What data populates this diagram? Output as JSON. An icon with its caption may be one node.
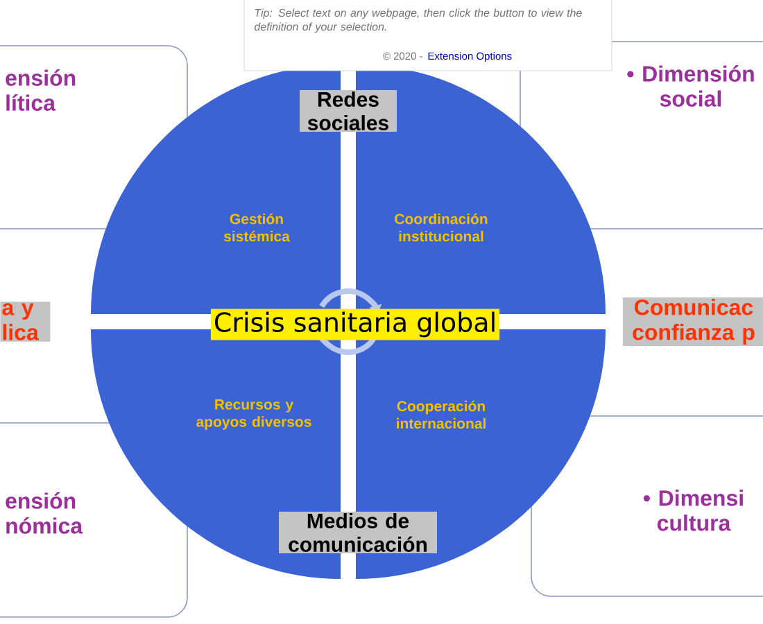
{
  "diagram": {
    "nodes": [
      {
        "text": [
          "Tip: Select text on any webpage, then click the button to view the definition of your selection.",
          "© 2020 -",
          "Extension Options"
        ]
      },
      {
        "text": [
          "ensión lítica"
        ]
      },
      {
        "text": [
          "a y lica"
        ]
      },
      {
        "text": [
          "ensión nómica"
        ]
      },
      {
        "text": [
          "• Dimensión social"
        ]
      },
      {
        "text": [
          "Comunicac confianza p"
        ]
      },
      {
        "text": [
          "• Dimensi cultura"
        ]
      },
      {
        "text": [
          "Gestión sistémica"
        ]
      },
      {
        "text": [
          "Coordinación institucional"
        ]
      },
      {
        "text": [
          "Recursos y apoyos diversos"
        ]
      },
      {
        "text": [
          "Cooperación internacional"
        ]
      },
      {
        "text": [
          "Crisis sanitaria global"
        ]
      },
      {
        "text": [
          "Redes sociales"
        ]
      },
      {
        "text": [
          "Medios de comunicación"
        ]
      }
    ]
  }
}
